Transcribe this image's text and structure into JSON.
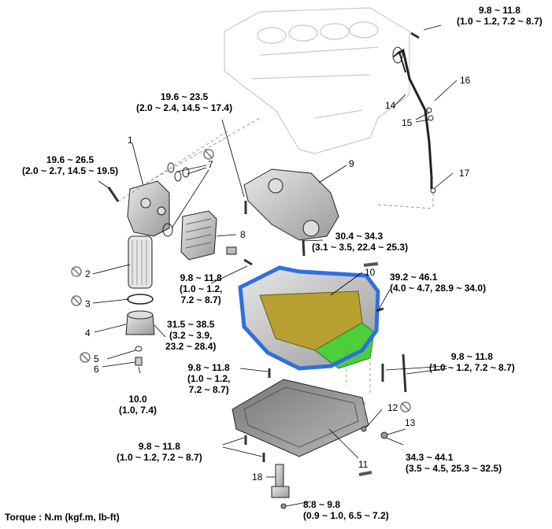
{
  "callouts": {
    "n1": "1",
    "n2": "2",
    "n3": "3",
    "n4": "4",
    "n5": "5",
    "n6": "6",
    "n7": "7",
    "n8": "8",
    "n9": "9",
    "n10": "10",
    "n11": "11",
    "n12": "12",
    "n13": "13",
    "n14": "14",
    "n15": "15",
    "n16": "16",
    "n17": "17",
    "n18": "18"
  },
  "torques": {
    "t_top_right": [
      "9.8 ~ 11.8",
      "(1.0 ~ 1.2, 7.2 ~ 8.7)"
    ],
    "t_upper_mid": [
      "19.6 ~ 23.5",
      "(2.0 ~ 2.4, 14.5 ~ 17.4)"
    ],
    "t_left": [
      "19.6 ~ 26.5",
      "(2.0 ~ 2.7, 14.5 ~ 19.5)"
    ],
    "t_pump": [
      "30.4 ~ 34.3",
      "(3.1 ~ 3.5, 22.4 ~ 25.3)"
    ],
    "t_cooler": [
      "9.8 ~ 11.8",
      "(1.0 ~ 1.2,",
      "7.2 ~ 8.7)"
    ],
    "t_pan_right": [
      "39.2 ~ 46.1",
      "(4.0 ~ 4.7, 28.9 ~ 34.0)"
    ],
    "t_filter_cap": [
      "31.5 ~ 38.5",
      "(3.2 ~ 3.9,",
      "23.2 ~ 28.4)"
    ],
    "t_pan_bolt": [
      "9.8 ~ 11.8",
      "(1.0 ~ 1.2,",
      "7.2 ~ 8.7)"
    ],
    "t_right_bolts": [
      "9.8 ~ 11.8",
      "(1.0 ~ 1.2, 7.2 ~ 8.7)"
    ],
    "t_drain": [
      "10.0",
      "(1.0, 7.4)"
    ],
    "t_lower_left": [
      "9.8 ~ 11.8",
      "(1.0 ~ 1.2, 7.2 ~ 8.7)"
    ],
    "t_plug": [
      "34.3 ~ 44.1",
      "(3.5 ~ 4.5, 25.3 ~ 32.5)"
    ],
    "t_sensor": [
      "8.8 ~ 9.8",
      "(0.9 ~ 1.0, 6.5 ~ 7.2)"
    ]
  },
  "footer": {
    "torque_units": "Torque : N.m (kgf.m, lb-ft)"
  },
  "colors": {
    "sealant": "#2f6fe0",
    "pan_gold": "#b8a030",
    "pan_green": "#4ccf3a",
    "line": "#000000"
  }
}
